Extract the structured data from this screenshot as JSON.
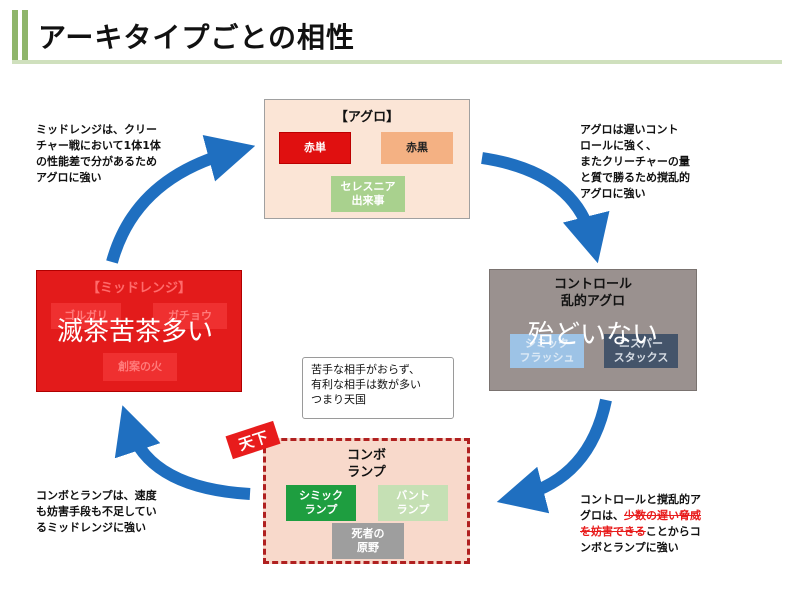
{
  "title": "アーキタイプごとの相性",
  "aggro": {
    "title": "【アグロ】",
    "chips": [
      "赤単",
      "赤黒",
      "セレスニア\n出来事"
    ]
  },
  "midrange": {
    "title": "【ミッドレンジ】",
    "chips": [
      "ゴルガリ",
      "ガチョウ",
      "創案の火"
    ],
    "overlay": "滅茶苦茶多い"
  },
  "control": {
    "title": "コントロール\n乱的アグロ",
    "chips": [
      "シミック\nフラッシュ",
      "ニスパー\nスタックス"
    ],
    "overlay": "殆どいない"
  },
  "combo": {
    "title": "コンボ\nランプ",
    "chips": [
      "シミック\nランプ",
      "バント\nランプ",
      "死者の\n原野"
    ],
    "badge": "天下"
  },
  "callout": "苦手な相手がおらず、\n有利な相手は数が多い\nつまり天国",
  "notes": {
    "top_left": "ミッドレンジは、クリー\nチャー戦において1体1体\nの性能差で分があるため\nアグロに強い",
    "top_right": "アグロは遅いコント\nロールに強く、\nまたクリーチャーの量\nと質で勝るため撹乱的\nアグロに強い",
    "bottom_left": "コンボとランプは、速度\nも妨害手段も不足してい\nるミッドレンジに強い",
    "bottom_right_1": "コントロールと撹乱的ア\nグロは、",
    "bottom_right_struck1": "少数の遅い脅威",
    "bottom_right_struck2": "を妨害できる",
    "bottom_right_2": "ことからコ\nンボとランプに強い"
  },
  "colors": {
    "arrow": "#1f6fc0",
    "accent": "#8fb56b",
    "red": "#e31b1b"
  }
}
